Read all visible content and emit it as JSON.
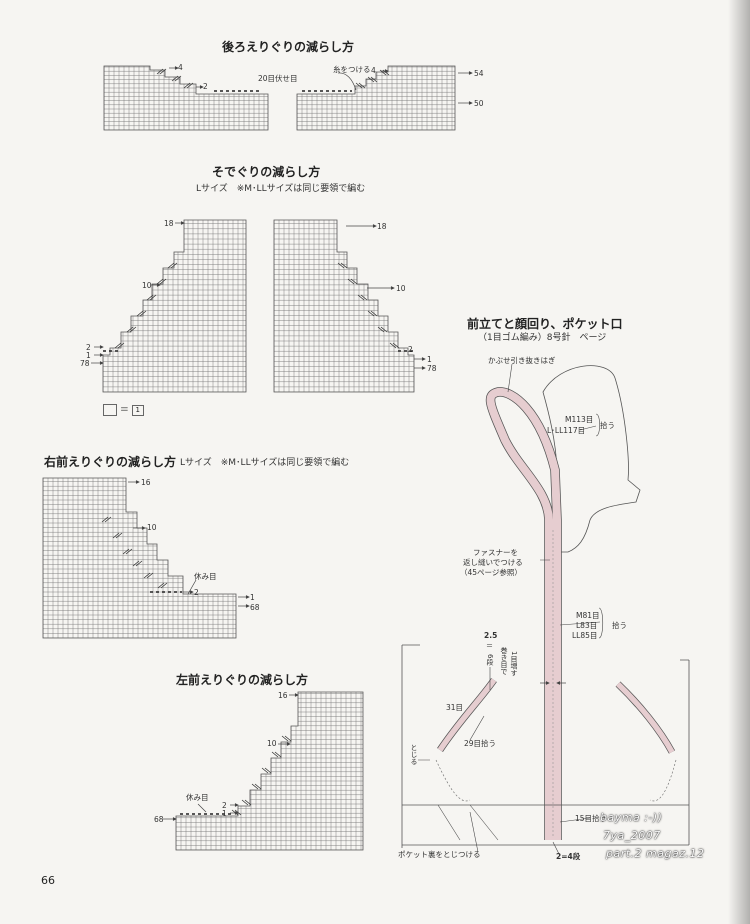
{
  "back_neck": {
    "title": "後ろえりぐりの減らし方",
    "label_4_left": "4",
    "label_2": "2",
    "label_bind": "20目伏せ目",
    "label_yarn": "糸をつける",
    "label_4_right": "4",
    "label_54": "54",
    "label_50": "50"
  },
  "sleeve": {
    "title": "そでぐりの減らし方",
    "note": "Lサイズ　※M･LLサイズは同じ要領で編む",
    "label_18_left": "18",
    "label_18_right": "18",
    "label_10_left": "10",
    "label_10_right": "10",
    "label_2_left": "2",
    "label_1_left": "1",
    "label_78_left": "78",
    "label_2_right": "2",
    "label_1_right": "1",
    "label_78_right": "78",
    "legend_eq": "＝",
    "legend_sym": "1"
  },
  "right_front": {
    "title": "右前えりぐりの減らし方",
    "note": "Lサイズ　※M･LLサイズは同じ要領で編む",
    "label_16": "16",
    "label_10": "10",
    "label_yasumi": "休み目",
    "label_2": "2",
    "label_1": "1",
    "label_68": "68"
  },
  "left_front": {
    "title": "左前えりぐりの減らし方",
    "label_16": "16",
    "label_10": "10",
    "label_yasumi": "休み目",
    "label_2": "2",
    "label_1": "1",
    "label_68": "68"
  },
  "hood": {
    "title": "前立てと顔回り、ポケット口",
    "subtitle": "（1目ゴム編み）8号針　ページ",
    "label_kabuse": "かぶせ引き抜きはぎ",
    "label_m113": "M113目",
    "label_l117": "L･LL117目",
    "label_hirou1": "拾う",
    "label_fastener1": "ファスナーを",
    "label_fastener2": "返し縫いでつける",
    "label_fastener3": "（45ページ参照）",
    "label_m81": "M81目",
    "label_l83": "L83目",
    "label_ll85": "LL85目",
    "label_hirou2": "拾う",
    "label_25": "2.5",
    "label_eq6": "＝",
    "label_6dan": "6段",
    "label_makime1": "巻き目で",
    "label_makime2": "1目増す",
    "label_31": "31目",
    "label_29": "29目拾う",
    "label_tojiru": "とじる",
    "label_15": "15目拾う",
    "label_pocket": "ポケット裏をとじつける",
    "label_2eq4": "2=4段"
  },
  "page_number": "66",
  "watermark": {
    "line1": "bayma :-))",
    "line2": "7ya_2007",
    "line3": "part.2 magaz.12"
  },
  "colors": {
    "pink_band": "#e6cdd0",
    "grid_line": "#777777"
  }
}
